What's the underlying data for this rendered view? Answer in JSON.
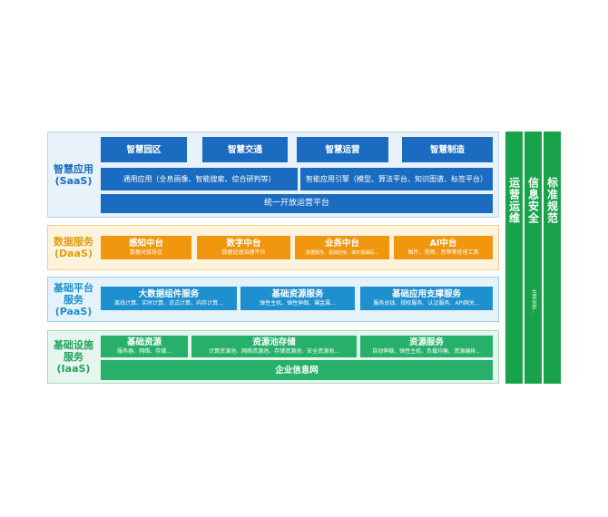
{
  "layers": {
    "saas": {
      "title": "智慧应用",
      "subtitle": "(SaaS)",
      "row1": [
        "智慧园区",
        "智慧交通",
        "智慧运营",
        "智慧制造"
      ],
      "general_app": "通用应用（全息画像、智能搜索、综合研判等）",
      "intelligent_engine": "智能应用引擎（模型、算法平台、知识图谱、标签平台）",
      "platform": "统一开放运营平台"
    },
    "daas": {
      "title": "数据服务",
      "subtitle": "(DaaS)",
      "items": [
        {
          "title": "感知中台",
          "sub": "数据对接协议"
        },
        {
          "title": "数字中台",
          "sub": "数据处理治理平台"
        },
        {
          "title": "业务中台",
          "sub": "数据服务、基础应用、城市基础码..."
        },
        {
          "title": "AI中台",
          "sub": "图片、视频、音频等处理工具"
        }
      ]
    },
    "paas": {
      "title": "基础平台",
      "title2": "服务",
      "subtitle": "(PaaS)",
      "items": [
        {
          "title": "大数据组件服务",
          "sub": "离线计算、实时计算、流式计算、内存计算..."
        },
        {
          "title": "基础资源服务",
          "sub": "弹性主机、弹性伸缩、裸金属..."
        },
        {
          "title": "基础应用支撑服务",
          "sub": "服务总线、授权服务、认证服务、API网关..."
        }
      ]
    },
    "iaas": {
      "title": "基础设施",
      "title2": "服务",
      "subtitle": "(IaaS)",
      "items": [
        {
          "title": "基础资源",
          "sub": "服务器、网络、存储..."
        },
        {
          "title": "资源池存储",
          "sub": "计算资源池、网络资源池、存储资源池、安全资源池..."
        },
        {
          "title": "资源服务",
          "sub": "自动伸缩、弹性主机、负载均衡、资源编排..."
        }
      ],
      "network": "企业信息网"
    }
  },
  "side_columns": [
    {
      "title": "运营运维",
      "small": ""
    },
    {
      "title": "信息安全",
      "small": "生态伙伴..."
    },
    {
      "title": "标准规范",
      "small": ""
    }
  ],
  "colors": {
    "saas": "#1b6cc0",
    "daas": "#f0960f",
    "paas": "#1e8fcf",
    "iaas": "#27b06a",
    "side": "#18a34a"
  }
}
